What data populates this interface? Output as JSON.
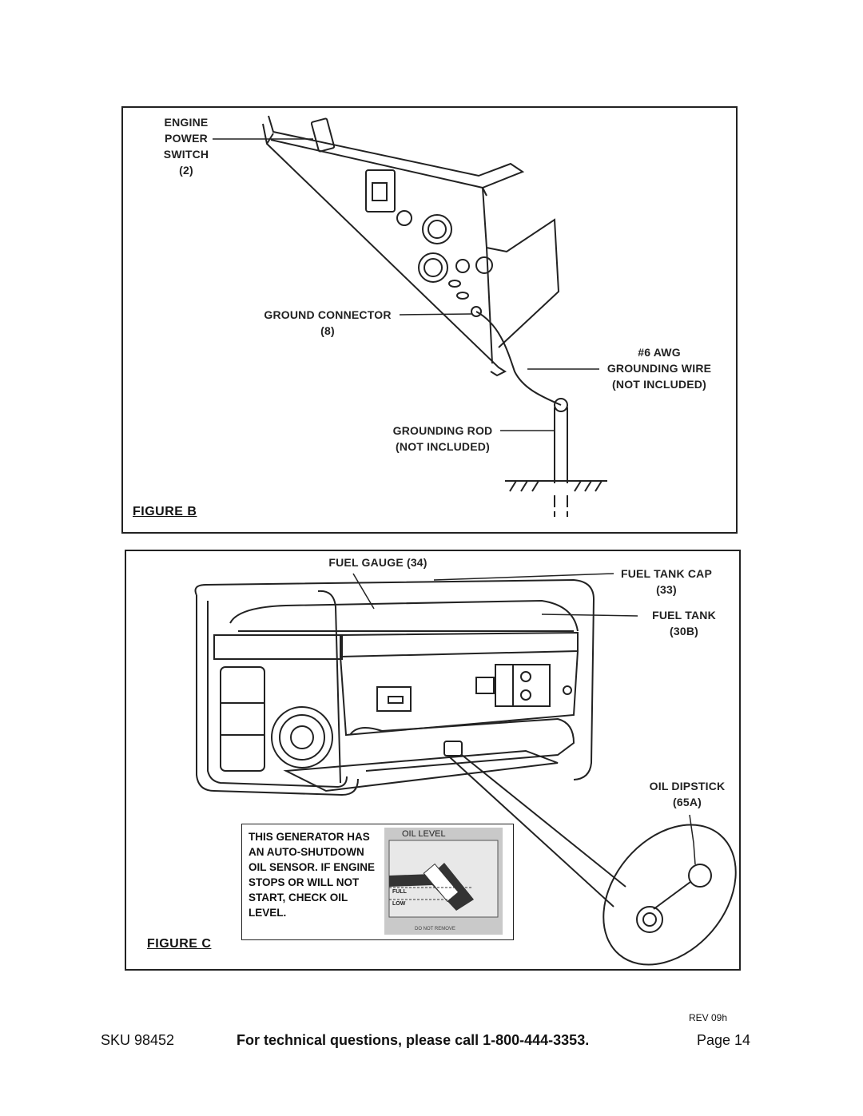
{
  "figure_b": {
    "title": "FIGURE B",
    "labels": {
      "engine_power_switch": [
        "ENGINE",
        "POWER",
        "SWITCH",
        "(2)"
      ],
      "ground_connector": [
        "GROUND CONNECTOR",
        "(8)"
      ],
      "grounding_wire": [
        "#6 AWG",
        "GROUNDING WIRE",
        "(NOT INCLUDED)"
      ],
      "grounding_rod": [
        "GROUNDING ROD",
        "(NOT INCLUDED)"
      ]
    }
  },
  "figure_c": {
    "title": "FIGURE C",
    "labels": {
      "fuel_gauge": "FUEL GAUGE (34)",
      "fuel_tank_cap": [
        "FUEL TANK CAP",
        "(33)"
      ],
      "fuel_tank": [
        "FUEL TANK",
        "(30B)"
      ],
      "oil_dipstick": [
        "OIL DIPSTICK",
        "(65A)"
      ]
    },
    "note": "THIS GENERATOR HAS AN AUTO-SHUTDOWN OIL SENSOR. IF ENGINE STOPS OR WILL NOT START, CHECK OIL LEVEL.",
    "oil_label": {
      "title": "OIL LEVEL",
      "full": "FULL",
      "low": "LOW",
      "footer": "DO NOT REMOVE"
    }
  },
  "footer": {
    "rev": "REV 09h",
    "sku": "SKU 98452",
    "tech": "For technical questions, please call 1-800-444-3353.",
    "page": "Page 14"
  }
}
